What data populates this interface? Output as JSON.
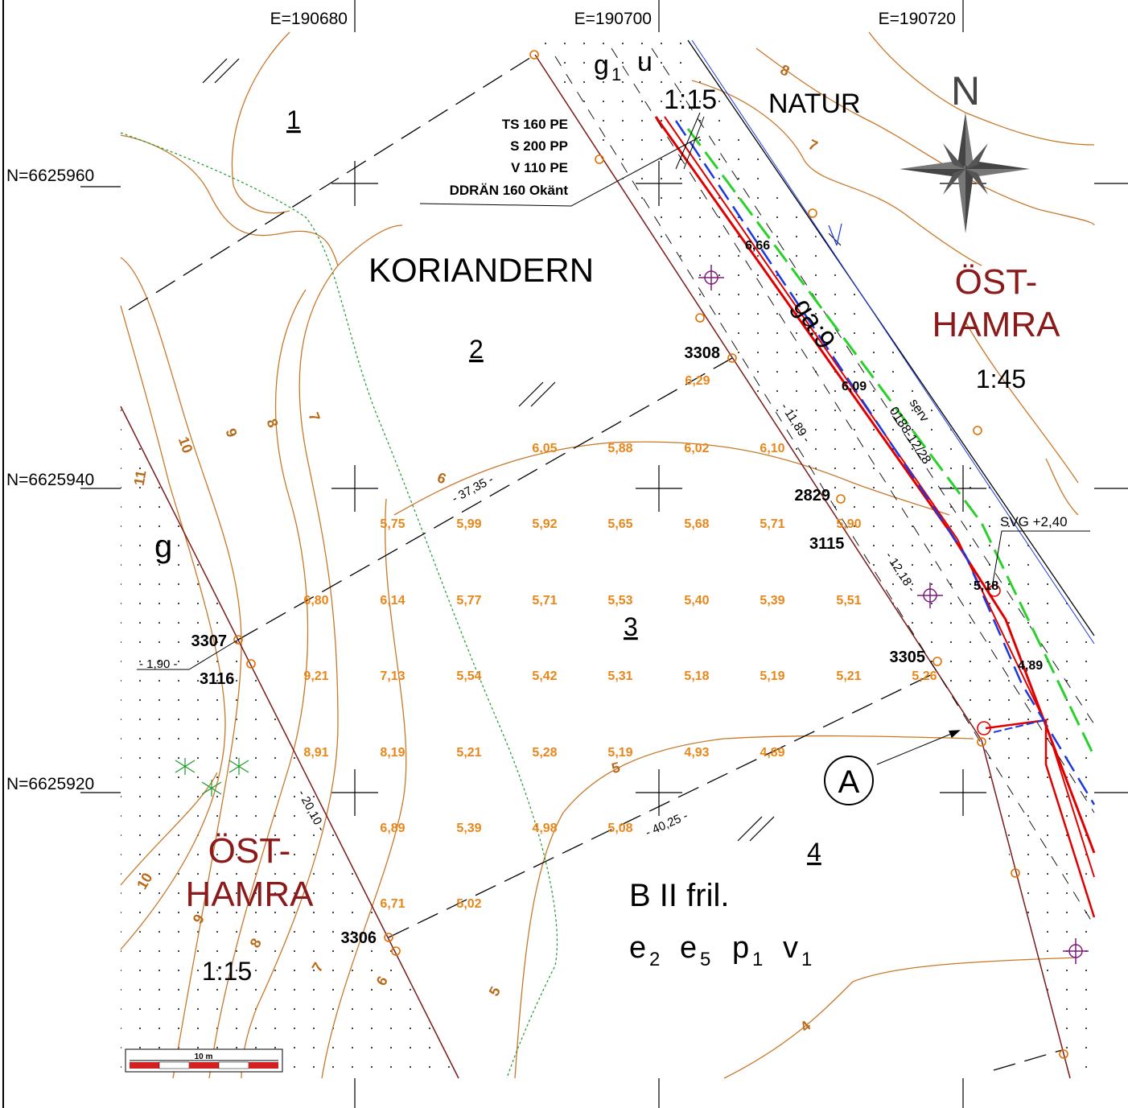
{
  "coords": {
    "east": [
      "E=190680",
      "E=190700",
      "E=190720"
    ],
    "north": [
      "N=6625960",
      "N=6625940",
      "N=6625920"
    ]
  },
  "lots": [
    "1",
    "2",
    "3",
    "4"
  ],
  "areas": {
    "koriandern": "KORIANDERN",
    "natur": "NATUR",
    "ost_hamra": "ÖST-",
    "hamra": "HAMRA",
    "b_fril": "B II fril."
  },
  "scales": {
    "top": "1:15",
    "east": "1:45",
    "southwest": "1:15"
  },
  "zoning": {
    "g1": "g",
    "g1_sub": "1",
    "u": "u",
    "g": "g",
    "ga": "ga:9",
    "e2": "e",
    "e2_sub": "2",
    "e5": "e",
    "e5_sub": "5",
    "p1": "p",
    "p1_sub": "1",
    "v1": "v",
    "v1_sub": "1"
  },
  "pipes": [
    "TS 160 PE",
    "S 200 PP",
    "V 110 PE",
    "DDRÄN 160 Okänt"
  ],
  "points": [
    "3308",
    "2829",
    "3115",
    "3307",
    "3116",
    "3305",
    "3306"
  ],
  "dimensions": [
    "- 37,35 -",
    "- 11,89 -",
    "- 12,18 -",
    "- 1,90 -",
    "- 20,10 -",
    "- 40,25 -"
  ],
  "service": {
    "serv": "serv",
    "code": "0188-12/28"
  },
  "svg_label": "SVG +2,40",
  "levels_black": [
    "6,66",
    "6,09",
    "5,18",
    "4,89"
  ],
  "levels_orange": [
    "6,29",
    "6,05",
    "5,88",
    "6,02",
    "6,10",
    "5,75",
    "5,99",
    "5,92",
    "5,65",
    "5,68",
    "5,71",
    "5,90",
    "6,80",
    "6,14",
    "5,77",
    "5,71",
    "5,53",
    "5,40",
    "5,39",
    "5,51",
    "9,21",
    "7,13",
    "5,54",
    "5,42",
    "5,31",
    "5,18",
    "5,19",
    "5,21",
    "5,26",
    "8,91",
    "8,19",
    "5,21",
    "5,28",
    "5,19",
    "4,93",
    "4,89",
    "6,89",
    "5,39",
    "4,98",
    "5,08",
    "6,71",
    "5,02"
  ],
  "contours": [
    "11",
    "10",
    "9",
    "8",
    "7",
    "6",
    "5",
    "8",
    "7",
    "10",
    "9",
    "8",
    "7",
    "6",
    "5",
    "4"
  ],
  "marker": "A",
  "north_arrow": "N",
  "scalebar": "10 m"
}
